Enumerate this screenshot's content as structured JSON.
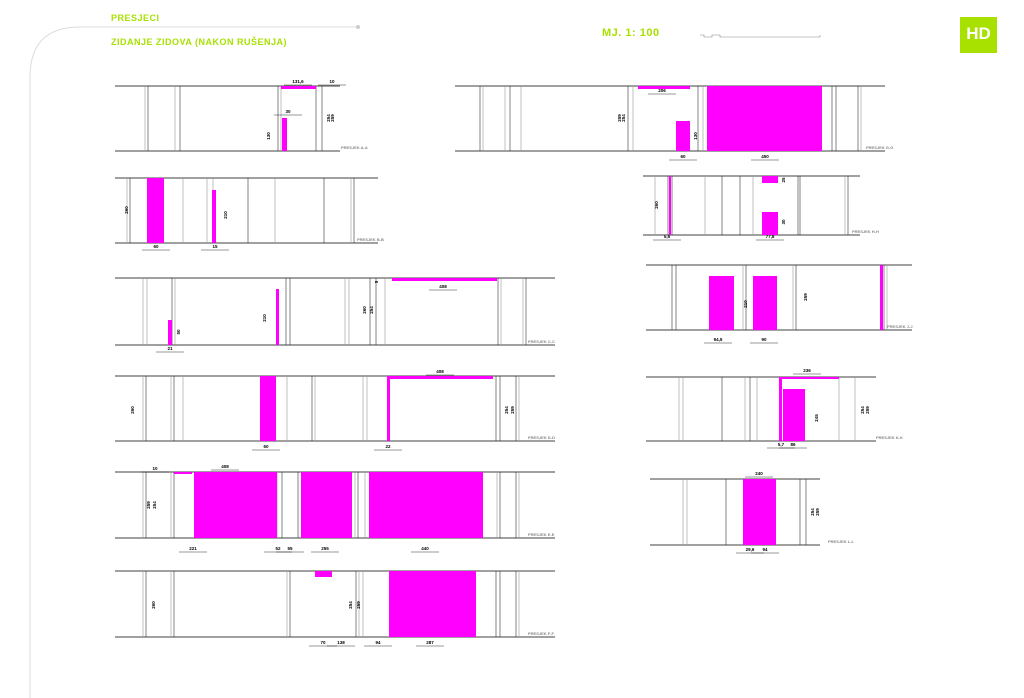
{
  "header": {
    "title": "PRESJECI",
    "subtitle": "ZIDANJE ZIDOVA (NAKON RUŠENJA)",
    "scale": "MJ. 1: 100",
    "logo": "HD"
  },
  "colors": {
    "accent": "#a8e000",
    "new_wall": "#ff00ff",
    "line": "#000000"
  },
  "sections": [
    {
      "label": "PRESJEK A-A",
      "dims": [
        "131,6",
        "30",
        "130",
        "254",
        "259",
        "10"
      ]
    },
    {
      "label": "PRESJEK G-G",
      "dims": [
        "206",
        "60",
        "450",
        "259",
        "254",
        "130"
      ]
    },
    {
      "label": "PRESJEK B-B",
      "dims": [
        "260",
        "60",
        "210",
        "15"
      ]
    },
    {
      "label": "PRESJEK H-H",
      "dims": [
        "260",
        "77,8",
        "5,6",
        "25",
        "30"
      ]
    },
    {
      "label": "PRESJEK C-C",
      "dims": [
        "21",
        "50",
        "210",
        "408",
        "260",
        "254",
        "5"
      ]
    },
    {
      "label": "PRESJEK J-J",
      "dims": [
        "94,5",
        "90",
        "210",
        "259"
      ]
    },
    {
      "label": "PRESJEK D-D",
      "dims": [
        "260",
        "60",
        "408",
        "22",
        "254",
        "259"
      ]
    },
    {
      "label": "PRESJEK K-K",
      "dims": [
        "236",
        "245",
        "86",
        "5,7",
        "254",
        "259"
      ]
    },
    {
      "label": "PRESJEK E-E",
      "dims": [
        "408",
        "221",
        "52",
        "55",
        "255",
        "440",
        "259",
        "254",
        "10"
      ]
    },
    {
      "label": "PRESJEK L-L",
      "dims": [
        "240",
        "254",
        "259",
        "29,6",
        "94"
      ]
    },
    {
      "label": "PRESJEK F-F",
      "dims": [
        "260",
        "70",
        "138",
        "94",
        "287",
        "254",
        "259"
      ]
    }
  ]
}
